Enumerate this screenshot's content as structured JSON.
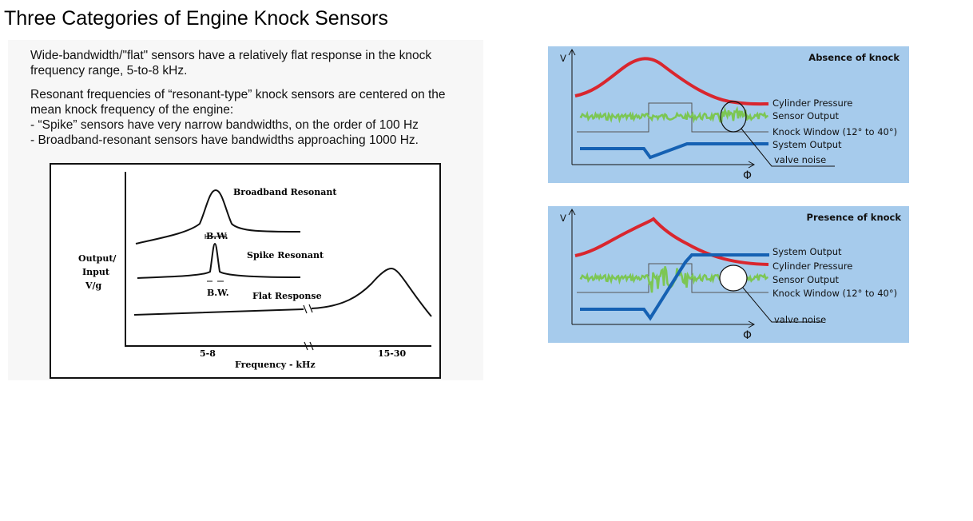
{
  "title": "Three Categories of Engine Knock Sensors",
  "text": {
    "p1_line1": "Wide-bandwidth/\"flat\" sensors have a relatively flat response in the knock",
    "p1_line2": "frequency range, 5-to-8 kHz.",
    "p2_line1": "Resonant frequencies of “resonant-type” knock sensors are centered on the",
    "p2_line2": "mean knock frequency of the engine:",
    "bullet1": "-  “Spike” sensors have very narrow bandwidths, on the order of 100 Hz",
    "bullet2": "-    Broadband-resonant sensors have bandwidths approaching 1000 Hz."
  },
  "response_figure": {
    "y_label_1": "Output/",
    "y_label_2": "Input",
    "y_label_3": "V/g",
    "broadband": "Broadband  Resonant",
    "spike": "Spike  Resonant",
    "flat": "Flat  Response",
    "bw1": "B.W.",
    "bw2": "B.W.",
    "x_tick_1": "5-8",
    "x_tick_2": "15-30",
    "x_label": "Frequency  -  kHz"
  },
  "absence_panel": {
    "title": "Absence of knock",
    "v_label": "V",
    "phi_label": "Φ",
    "cylinder_pressure": "Cylinder Pressure",
    "sensor_output": "Sensor Output",
    "knock_window": "Knock Window (12° to 40°)",
    "system_output": "System Output",
    "valve_noise": "valve noise"
  },
  "presence_panel": {
    "title": "Presence of knock",
    "v_label": "V",
    "phi_label": "Φ",
    "system_output": "System Output",
    "cylinder_pressure": "Cylinder Pressure",
    "sensor_output": "Sensor Output",
    "knock_window": "Knock Window (12° to 40°)",
    "valve_noise": "valve noise"
  },
  "colors": {
    "panel_bg": "#a6cbec",
    "pressure": "#d9262e",
    "sensor": "#7cc653",
    "system": "#1561b3"
  }
}
